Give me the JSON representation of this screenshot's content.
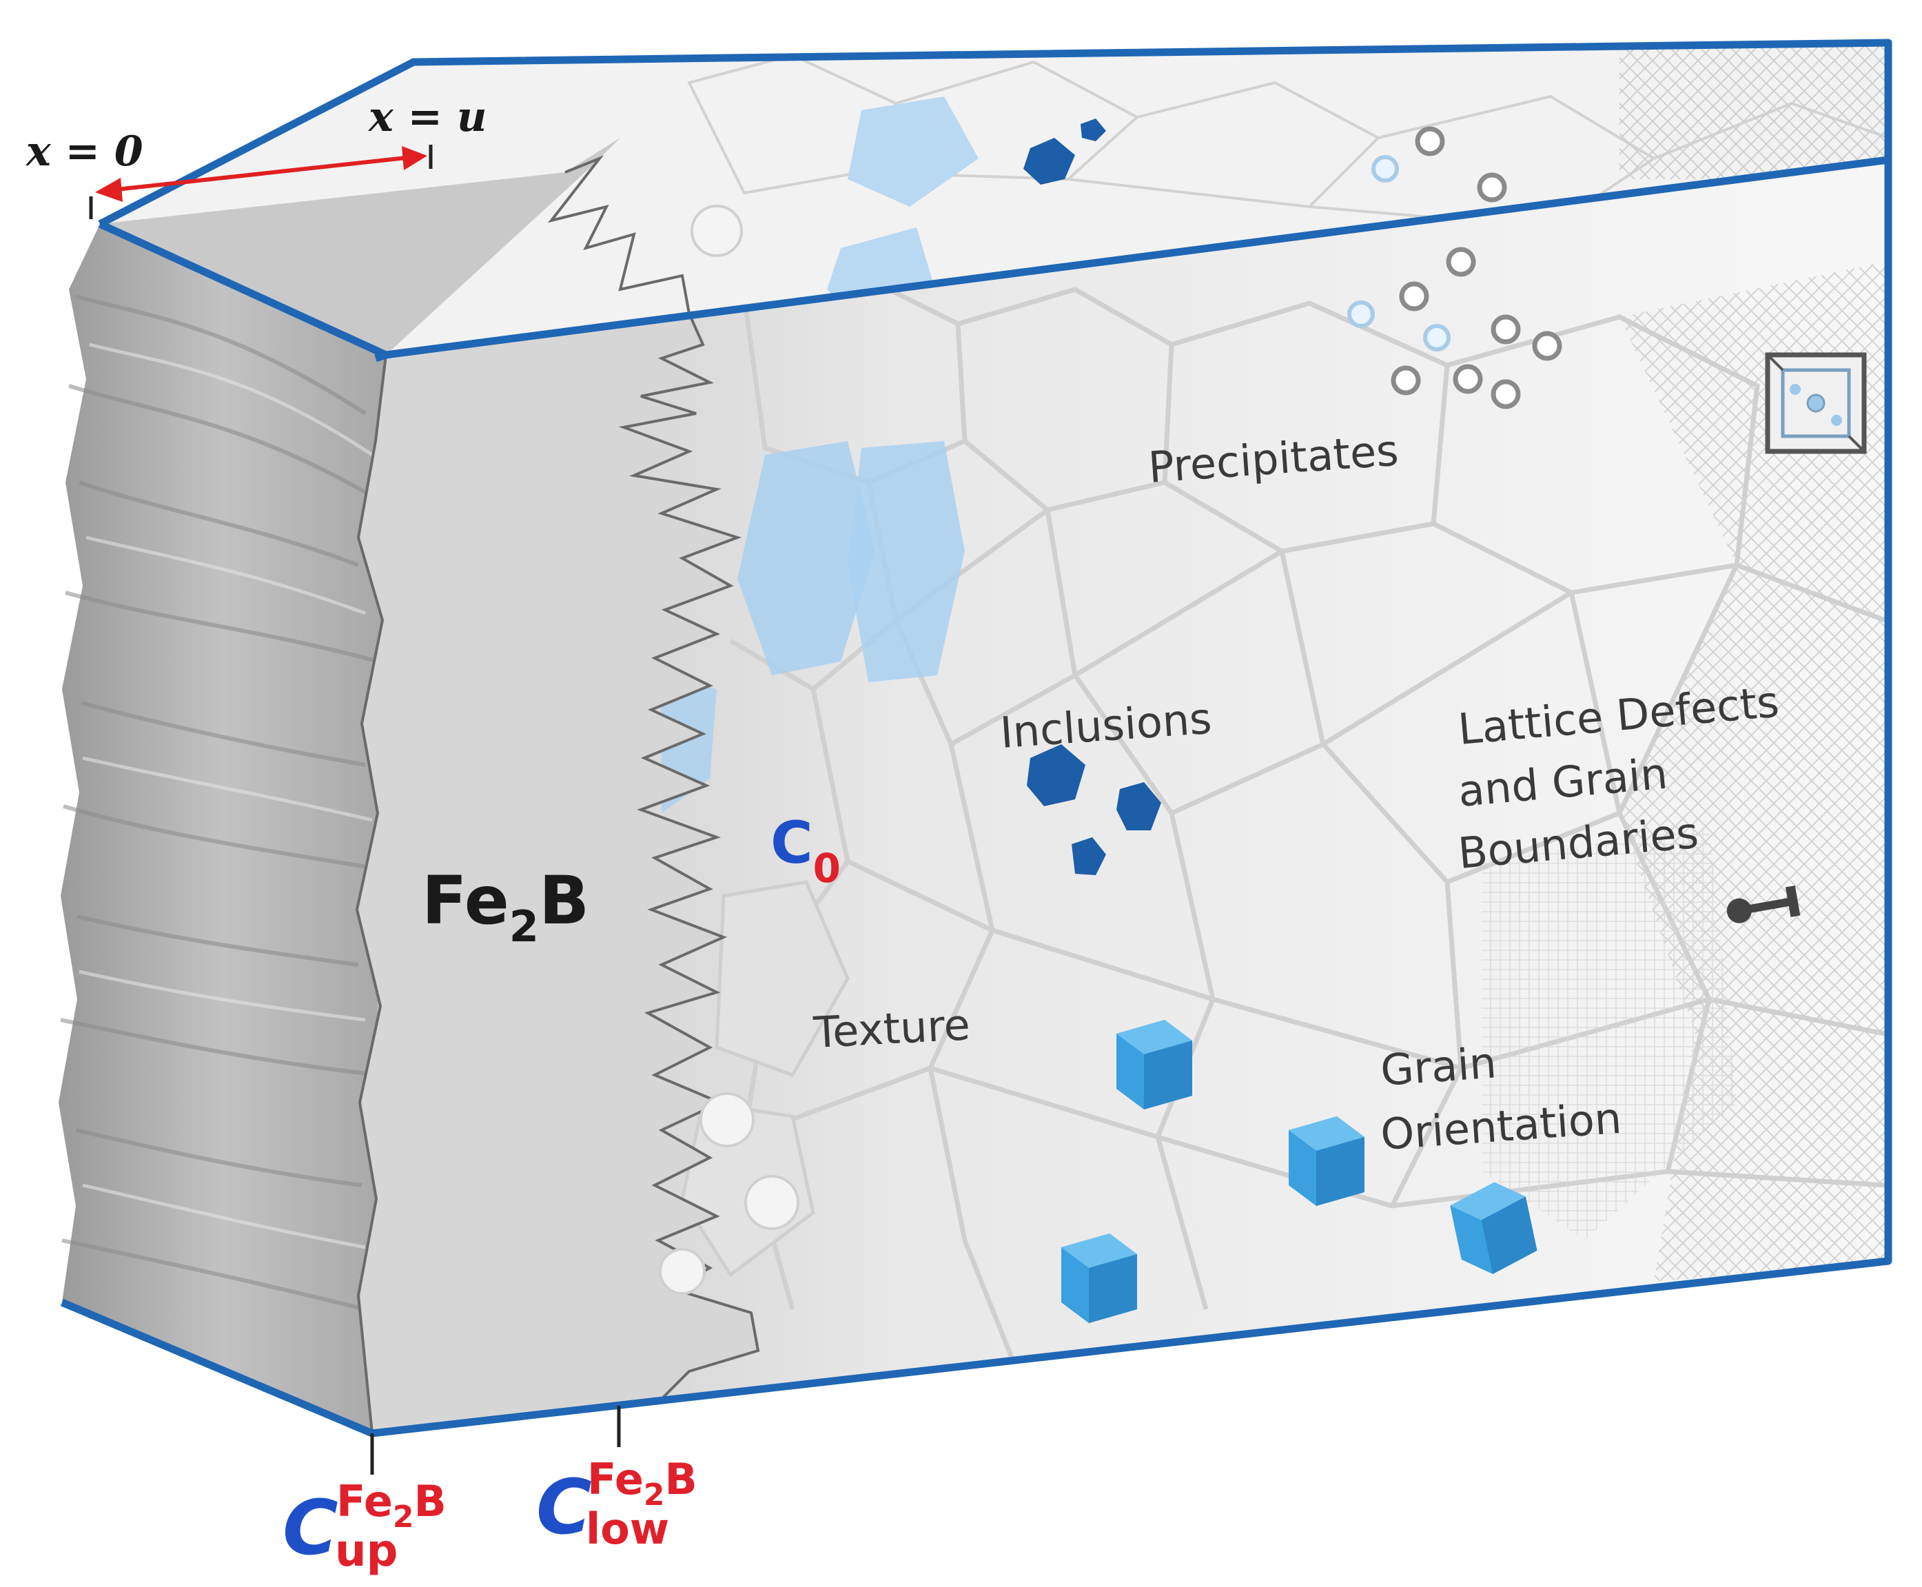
{
  "diagram": {
    "axis_markers": {
      "start": "x = 0",
      "end": "x = u"
    },
    "layer": {
      "main": "Fe",
      "sub": "2",
      "tail": "B"
    },
    "substrate_concentration": {
      "main": "C",
      "sub": "0"
    },
    "interface_upper": {
      "symbol": "C",
      "sup_main": "Fe",
      "sup_sub": "2",
      "sup_tail": "B",
      "sub": "up"
    },
    "interface_lower": {
      "symbol": "C",
      "sup_main": "Fe",
      "sup_sub": "2",
      "sup_tail": "B",
      "sub": "low"
    },
    "features": {
      "precipitates": "Precipitates",
      "inclusions": "Inclusions",
      "lattice_line1": "Lattice Defects",
      "lattice_line2": "and Grain",
      "lattice_line3": "Boundaries",
      "texture": "Texture",
      "grain_line1": "Grain",
      "grain_line2": "Orientation"
    },
    "colors": {
      "box_edge": "#1f66b5",
      "arrow": "#e02020",
      "layer_gray": "#d6d6d6",
      "symbol_blue": "#1f4fc8",
      "symbol_red": "#e0202a",
      "cube_blue": "#3aa0e0",
      "inclusion_blue": "#1c5ea8"
    }
  }
}
